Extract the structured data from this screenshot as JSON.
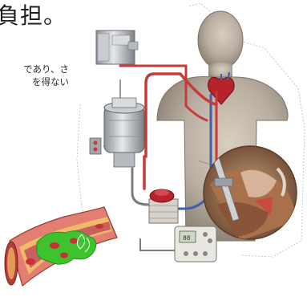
{
  "slide": {
    "title_fragment": "負担。",
    "body_lines": [
      "であり、さ",
      "を得ない"
    ]
  },
  "monitor": {
    "display": "88"
  },
  "colors": {
    "artery": "#c83a3a",
    "vein": "#3f5fa8",
    "clot": "#3ec22e",
    "vessel_wall": "#c9605e",
    "vessel_fat": "#f2c46a",
    "skin": "#b9aea1"
  },
  "icons": [
    "heart-icon",
    "oxygenator-icon",
    "pump-icon",
    "monitor-icon",
    "clot-icon"
  ]
}
